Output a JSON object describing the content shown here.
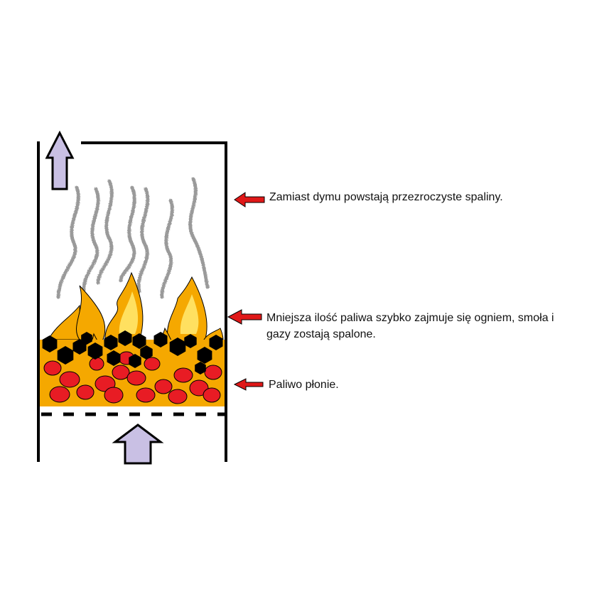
{
  "labels": {
    "gases": "Zamiast dymu powstają przezroczyste spaliny.",
    "ignition": "Mniejsza ilość paliwa szybko zajmuje się ogniem, smoła i gazy zostają spalone.",
    "burning": "Paliwo płonie."
  },
  "colors": {
    "wall": "#000000",
    "air_arrow_fill": "#c9c0e4",
    "pointer_arrow_fill": "#e01818",
    "flame_outer": "#f5a800",
    "flame_inner": "#ffe060",
    "glowing_fuel": "#e81c24",
    "fresh_fuel": "#000000",
    "smoke": "#9a9a9a"
  },
  "icons": {
    "air_out": "up-arrow-icon",
    "air_in": "up-arrow-icon",
    "pointer": "left-arrow-icon"
  }
}
